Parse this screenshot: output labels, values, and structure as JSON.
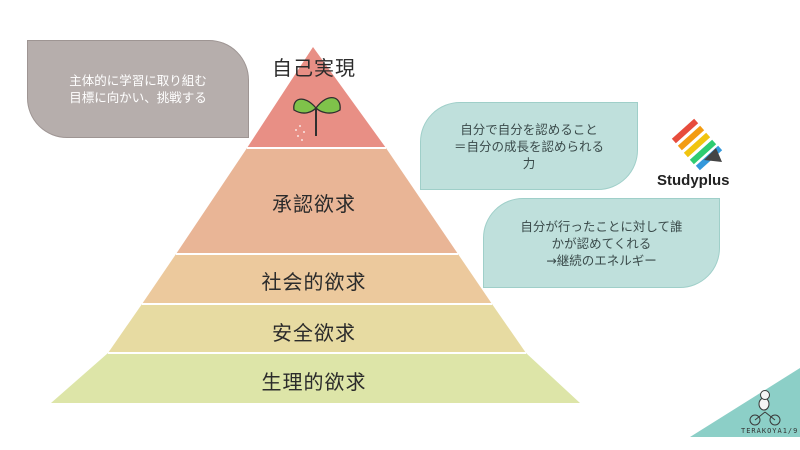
{
  "pyramid": {
    "tiers": [
      {
        "label": "自己実現",
        "color": "#e88f85"
      },
      {
        "label": "承認欲求",
        "color": "#e9b596"
      },
      {
        "label": "社会的欲求",
        "color": "#ecc99d"
      },
      {
        "label": "安全欲求",
        "color": "#e7dba2"
      },
      {
        "label": "生理的欲求",
        "color": "#dde5a8"
      }
    ],
    "sprout_icon": "seedling-icon"
  },
  "callouts": {
    "self_actualization": "主体的に学習に取り組む\n目標に向かい、挑戦する",
    "esteem_1": "自分で自分を認めること\n＝自分の成長を認められる\n力",
    "esteem_2": "自分が行ったことに対して誰\nかが認めてくれる\n→継続のエネルギー"
  },
  "brand": {
    "name": "Studyplus",
    "icon": "pencil-rainbow-icon"
  },
  "corner": {
    "text": "TERAKOYA1/9",
    "accent": "#8ccfc7"
  },
  "colors": {
    "gray_bubble": "#b6aeac",
    "mint_bubble": "#bfe0dc"
  }
}
